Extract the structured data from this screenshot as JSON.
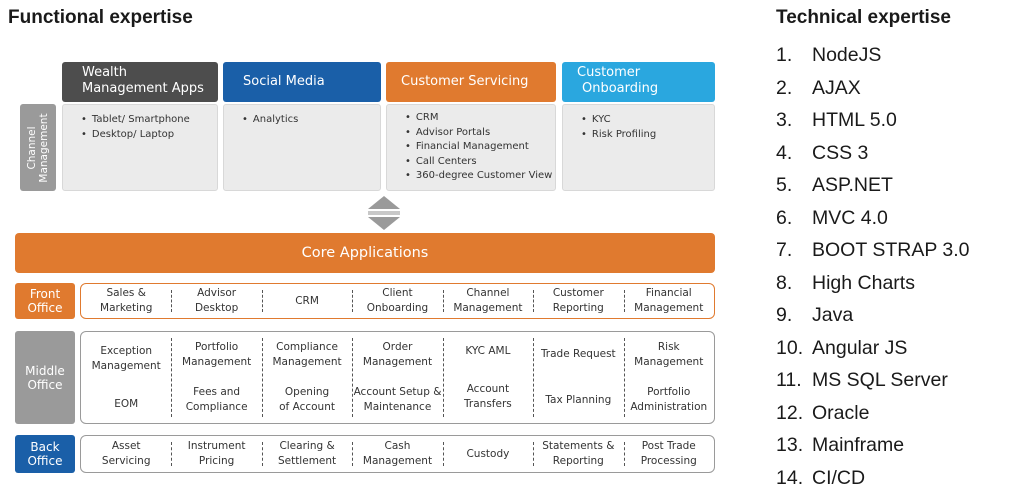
{
  "functional_title": "Functional expertise",
  "technical_title": "Technical expertise",
  "channel_side_label": "Channel\nManagement",
  "channel_categories": [
    {
      "title": "Wealth\nManagement Apps",
      "color": "#4d4d4d",
      "items": [
        "Tablet/ Smartphone",
        "Desktop/ Laptop"
      ]
    },
    {
      "title": "Social Media",
      "color": "#1a5fa8",
      "items": [
        "Analytics"
      ]
    },
    {
      "title": "Customer Servicing",
      "color": "#e07a2f",
      "items": [
        "CRM",
        "Advisor Portals",
        "Financial Management",
        "Call Centers",
        "360-degree Customer View"
      ]
    },
    {
      "title": "Customer\nOnboarding",
      "color": "#2aa7df",
      "items": [
        "KYC",
        "Risk Profiling"
      ]
    }
  ],
  "core_title": "Core Applications",
  "front_office": {
    "label": "Front\nOffice",
    "color": "#e07a2f",
    "columns": [
      [
        "Sales &\nMarketing"
      ],
      [
        "Advisor\nDesktop"
      ],
      [
        "CRM"
      ],
      [
        "Client\nOnboarding"
      ],
      [
        "Channel\nManagement"
      ],
      [
        "Customer\nReporting"
      ],
      [
        "Financial\nManagement"
      ]
    ]
  },
  "middle_office": {
    "label": "Middle\nOffice",
    "color": "#9a9a9a",
    "columns": [
      [
        "Exception\nManagement",
        "EOM"
      ],
      [
        "Portfolio\nManagement",
        "Fees and\nCompliance"
      ],
      [
        "Compliance\nManagement",
        "Opening\nof Account"
      ],
      [
        "Order\nManagement",
        "Account Setup &\nMaintenance"
      ],
      [
        "KYC AML",
        "Account\nTransfers"
      ],
      [
        "Trade Request",
        "Tax Planning"
      ],
      [
        "Risk\nManagement",
        "Portfolio\nAdministration"
      ]
    ]
  },
  "back_office": {
    "label": "Back\nOffice",
    "color": "#1a5fa8",
    "columns": [
      [
        "Asset\nServicing"
      ],
      [
        "Instrument\nPricing"
      ],
      [
        "Clearing &\nSettlement"
      ],
      [
        "Cash\nManagement"
      ],
      [
        "Custody"
      ],
      [
        "Statements &\nReporting"
      ],
      [
        "Post Trade\nProcessing"
      ]
    ]
  },
  "technical_items": [
    {
      "num": "1.",
      "name": "NodeJS"
    },
    {
      "num": "2.",
      "name": "AJAX"
    },
    {
      "num": "3.",
      "name": "HTML 5.0"
    },
    {
      "num": "4.",
      "name": "CSS 3"
    },
    {
      "num": "5.",
      "name": "ASP.NET"
    },
    {
      "num": "6.",
      "name": "MVC 4.0"
    },
    {
      "num": "7.",
      "name": "BOOT STRAP 3.0"
    },
    {
      "num": "8.",
      "name": "High Charts"
    },
    {
      "num": "9.",
      "name": "Java"
    },
    {
      "num": "10.",
      "name": "Angular JS"
    },
    {
      "num": "11.",
      "name": "MS SQL Server"
    },
    {
      "num": "12.",
      "name": "Oracle"
    },
    {
      "num": "13.",
      "name": "Mainframe"
    },
    {
      "num": "14.",
      "name": "CI/CD"
    }
  ]
}
